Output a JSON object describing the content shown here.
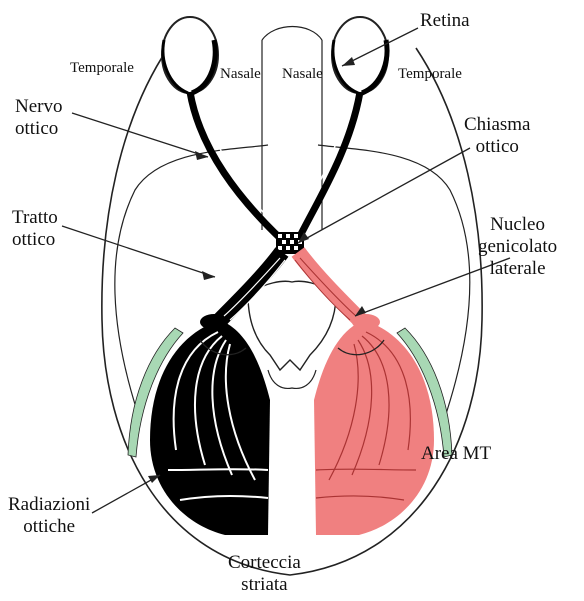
{
  "labels": {
    "retina": "Retina",
    "temporale_left": "Temporale",
    "nasale_left": "Nasale",
    "nasale_right": "Nasale",
    "temporale_right": "Temporale",
    "nervo_ottico": [
      "Nervo",
      "ottico"
    ],
    "chiasma_ottico": [
      "Chiasma",
      "ottico"
    ],
    "tratto_ottico": [
      "Tratto",
      "ottico"
    ],
    "nucleo_genicolato_laterale": [
      "Nucleo",
      "genicolato",
      "laterale"
    ],
    "area_mt": "Area MT",
    "radiazioni_ottiche": [
      "Radiazioni",
      "ottiche"
    ],
    "corteccia_striata": [
      "Corteccia",
      "striata"
    ]
  },
  "colors": {
    "left_pathway": "#000000",
    "right_pathway": "#f08080",
    "area_mt": "#a8d8b4",
    "outline": "#222222"
  }
}
